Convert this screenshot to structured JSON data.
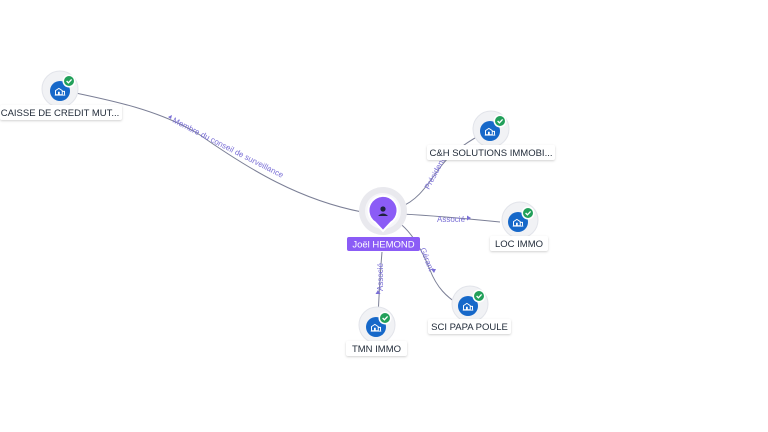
{
  "center": {
    "name": "Joël HEMOND",
    "icon": "person-icon",
    "color": "#8b5cf6"
  },
  "companies": [
    {
      "id": "caisse",
      "name": "CAISSE DE CREDIT MUT...",
      "icon": "building-icon",
      "verified": true
    },
    {
      "id": "ch",
      "name": "C&H SOLUTIONS IMMOBI...",
      "icon": "building-icon",
      "verified": true
    },
    {
      "id": "loc",
      "name": "LOC IMMO",
      "icon": "building-icon",
      "verified": true
    },
    {
      "id": "sci",
      "name": "SCI PAPA POULE",
      "icon": "building-icon",
      "verified": true
    },
    {
      "id": "tmn",
      "name": "TMN IMMO",
      "icon": "building-icon",
      "verified": true
    }
  ],
  "relations": [
    {
      "to": "caisse",
      "label": "Membre du conseil de surveillance"
    },
    {
      "to": "ch",
      "label": "Président"
    },
    {
      "to": "loc",
      "label": "Associé"
    },
    {
      "to": "sci",
      "label": "Gérant"
    },
    {
      "to": "tmn",
      "label": "Associé"
    }
  ],
  "colors": {
    "company_disc": "#1668c9",
    "verified_check": "#22a05a",
    "edge": "#7b7f96",
    "edge_label": "#7a6fd6"
  }
}
